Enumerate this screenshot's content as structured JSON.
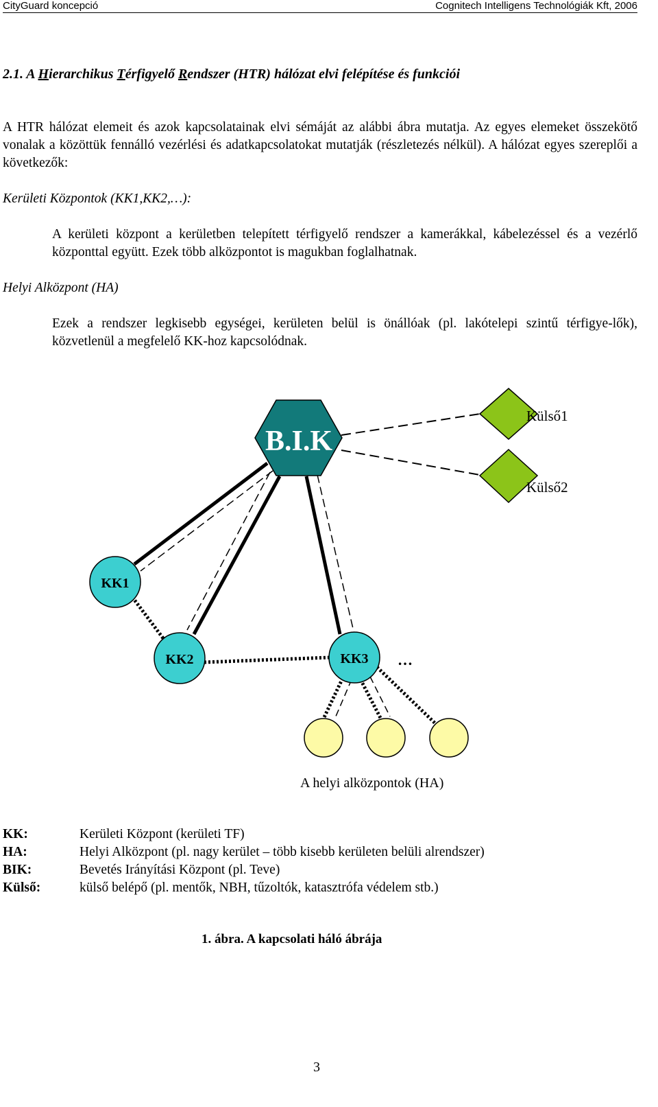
{
  "header": {
    "left": "CityGuard koncepció",
    "right": "Cognitech Intelligens Technológiák Kft, 2006"
  },
  "heading": {
    "num": "2.1. A ",
    "h": "H",
    "ierarchikus": "ierarchikus ",
    "t": "T",
    "erfigyelo": "érfigyelő ",
    "r": "R",
    "endszer": "endszer  (HTR) hálózat  elvi felépítése és funkciói"
  },
  "intro": "A HTR hálózat elemeit és azok kapcsolatainak elvi sémáját az alábbi ábra mutatja. Az egyes elemeket összekötő vonalak a közöttük fennálló vezérlési és adatkapcsolatokat mutatják (részletezés nélkül). A hálózat egyes szereplői a következők:",
  "kk_title": "Kerületi Központok (KK1,KK2,…):",
  "kk_text": "A kerületi központ a kerületben telepített térfigyelő rendszer a kamerákkal, kábelezéssel és a vezérlő központtal együtt. Ezek több alközpontot is magukban foglalhatnak.",
  "ha_title": "Helyi Alközpont (HA)",
  "ha_text": "Ezek a rendszer legkisebb egységei, kerületen belül is önállóak (pl. lakótelepi szintű térfigye-lők), közvetlenül a megfelelő KK-hoz  kapcsolódnak.",
  "diagram": {
    "bik": "B.I.K",
    "kulso1": "Külső1",
    "kulso2": "Külső2",
    "kk1": "KK1",
    "kk2": "KK2",
    "kk3": "KK3",
    "ellipsis": "…",
    "ha_label": "A helyi alközpontok (HA)",
    "colors": {
      "bik": "#127a7a",
      "kk": "#3ccfd0",
      "ha": "#fdfaa6",
      "ext": "#8cc419"
    }
  },
  "legend": [
    {
      "key": "KK:",
      "value": "Kerületi Központ (kerületi TF)"
    },
    {
      "key": "HA:",
      "value": "Helyi Alközpont (pl. nagy kerület – több kisebb kerületen belüli alrendszer)"
    },
    {
      "key": "BIK:",
      "value": "Bevetés Irányítási Központ (pl. Teve)"
    },
    {
      "key": "Külső:",
      "value": "külső belépő (pl. mentők, NBH, tűzoltók, katasztrófa védelem stb.)"
    }
  ],
  "caption": "1.  ábra. A kapcsolati háló ábrája",
  "page_number": "3"
}
